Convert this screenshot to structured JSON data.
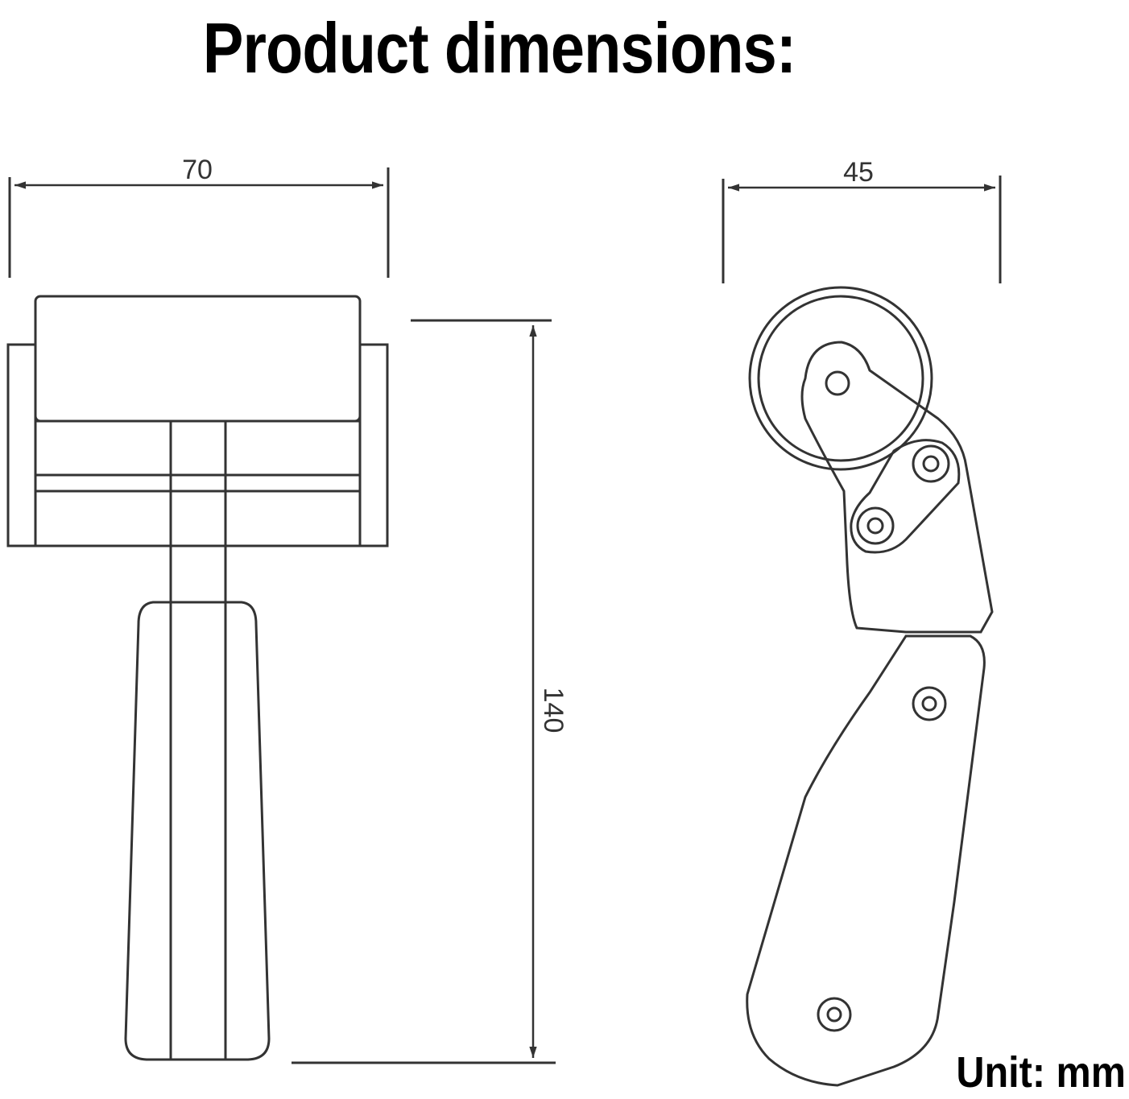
{
  "title": "Product dimensions:",
  "unit_label": "Unit: mm",
  "dimensions": {
    "front_width": "70",
    "side_width": "45",
    "height": "140"
  },
  "line_color": "#333333"
}
